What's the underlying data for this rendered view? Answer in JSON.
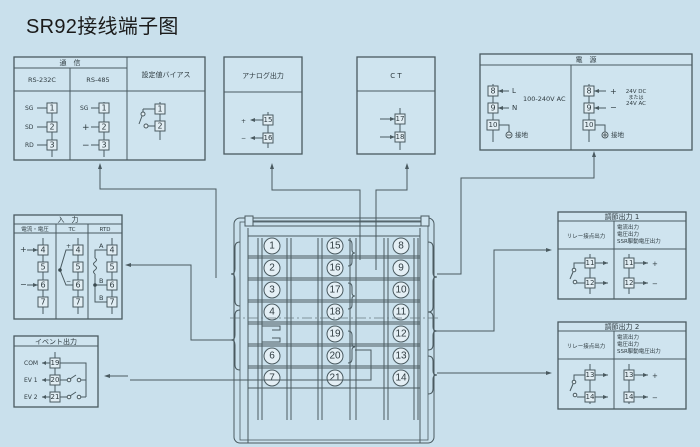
{
  "title": "SR92接线端子图",
  "communication": {
    "header": "通　信",
    "rs232c": {
      "label": "RS-232C",
      "pins": [
        {
          "name": "SG",
          "num": "1"
        },
        {
          "name": "SD",
          "num": "2"
        },
        {
          "name": "RD",
          "num": "3"
        }
      ]
    },
    "rs485": {
      "label": "RS-485",
      "pins": [
        {
          "name": "SG",
          "num": "1"
        },
        {
          "name": "+",
          "num": "2"
        },
        {
          "name": "−",
          "num": "3"
        }
      ]
    }
  },
  "setpoint_bias": {
    "header": "設定値バイアス",
    "terminals": [
      "1",
      "2"
    ]
  },
  "analog_output": {
    "header": "アナログ出力",
    "pins": [
      {
        "name": "+",
        "num": "15"
      },
      {
        "name": "−",
        "num": "16"
      }
    ]
  },
  "ct": {
    "header": "C T",
    "terminals": [
      "17",
      "18"
    ]
  },
  "power": {
    "header": "電　源",
    "ac": {
      "terminals": [
        "8",
        "9",
        "10"
      ],
      "labels": [
        "L",
        "N"
      ],
      "voltage": "100-240V AC",
      "ground": "接地"
    },
    "dc": {
      "terminals": [
        "8",
        "9",
        "10"
      ],
      "labels": [
        "+",
        "−"
      ],
      "voltage_lines": [
        "24V DC",
        "または",
        "24V AC"
      ],
      "ground": "接地"
    }
  },
  "input": {
    "header": "入　力",
    "columns": [
      "電流・電圧",
      "TC",
      "RTD"
    ],
    "terminals": [
      "4",
      "5",
      "6",
      "7"
    ],
    "current_signs": [
      "+",
      "−"
    ],
    "tc_signs": [
      "+",
      "−"
    ],
    "rtd_labels": [
      "A",
      "B",
      "B"
    ]
  },
  "event_output": {
    "header": "イベント出力",
    "pins": [
      {
        "name": "COM",
        "num": "19"
      },
      {
        "name": "EV 1",
        "num": "20"
      },
      {
        "name": "EV 2",
        "num": "21"
      }
    ]
  },
  "control_output_1": {
    "header": "調節出力 1",
    "relay_label": "リレー接点出力",
    "other_labels": [
      "電流出力",
      "電圧出力",
      "SSR駆動電圧出力"
    ],
    "terminals": [
      "11",
      "12"
    ],
    "signs": [
      "+",
      "−"
    ]
  },
  "control_output_2": {
    "header": "調節出力 2",
    "relay_label": "リレー接点出力",
    "other_labels": [
      "電流出力",
      "電圧出力",
      "SSR駆動電圧出力"
    ],
    "terminals": [
      "13",
      "14"
    ],
    "signs": [
      "+",
      "−"
    ]
  },
  "terminal_block": {
    "left": [
      "1",
      "2",
      "3",
      "4",
      "",
      "6",
      "7"
    ],
    "middle": [
      "15",
      "16",
      "17",
      "18",
      "19",
      "20",
      "21"
    ],
    "right": [
      "8",
      "9",
      "10",
      "11",
      "12",
      "13",
      "14"
    ]
  }
}
